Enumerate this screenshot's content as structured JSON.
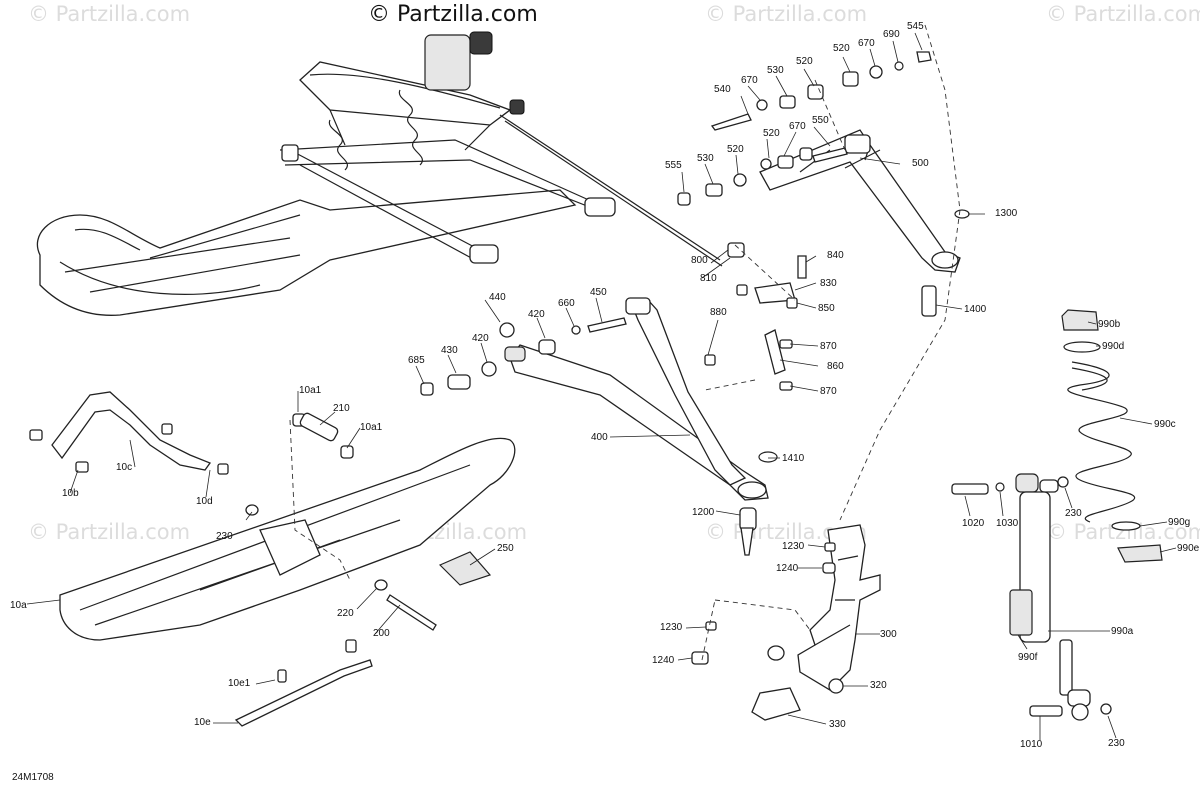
{
  "watermarks": [
    "© Partzilla.com",
    "© Partzilla.com",
    "© Partzilla.com",
    "© Partzilla.com",
    "© Partzilla.com",
    "© Partzilla.com",
    "© Partzilla.com"
  ],
  "brand": "© Partzilla.com",
  "diagram_code": "24M1708",
  "labels": [
    "545",
    "690",
    "670",
    "520",
    "520",
    "530",
    "670",
    "540",
    "550",
    "670",
    "520",
    "500",
    "555",
    "530",
    "520",
    "1300",
    "840",
    "830",
    "800",
    "810",
    "850",
    "440",
    "450",
    "420",
    "660",
    "880",
    "870",
    "430",
    "420",
    "685",
    "860",
    "870",
    "400",
    "1410",
    "1400",
    "990b",
    "990d",
    "990c",
    "210",
    "10a1",
    "10a1",
    "10c",
    "10b",
    "10d",
    "230",
    "250",
    "1200",
    "1230",
    "1240",
    "220",
    "10a",
    "200",
    "1230",
    "1240",
    "300",
    "320",
    "330",
    "10e1",
    "10e",
    "1020",
    "1030",
    "230",
    "990g",
    "990e",
    "990a",
    "990f",
    "1010",
    "230"
  ]
}
